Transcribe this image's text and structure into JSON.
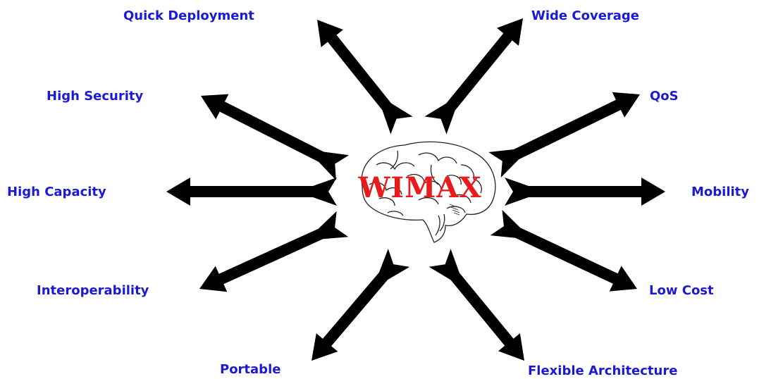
{
  "center": {
    "title": "WIMAX",
    "icon": "brain-icon",
    "title_color": "#e81c1c"
  },
  "label_color": "#1a1ad6",
  "arrow_color": "#000000",
  "features": {
    "quick_deployment": "Quick Deployment",
    "wide_coverage": "Wide Coverage",
    "high_security": "High Security",
    "qos": "QoS",
    "high_capacity": "High Capacity",
    "mobility": "Mobility",
    "interoperability": "Interoperability",
    "low_cost": "Low Cost",
    "portable": "Portable",
    "flexible_architecture": "Flexible Architecture"
  }
}
